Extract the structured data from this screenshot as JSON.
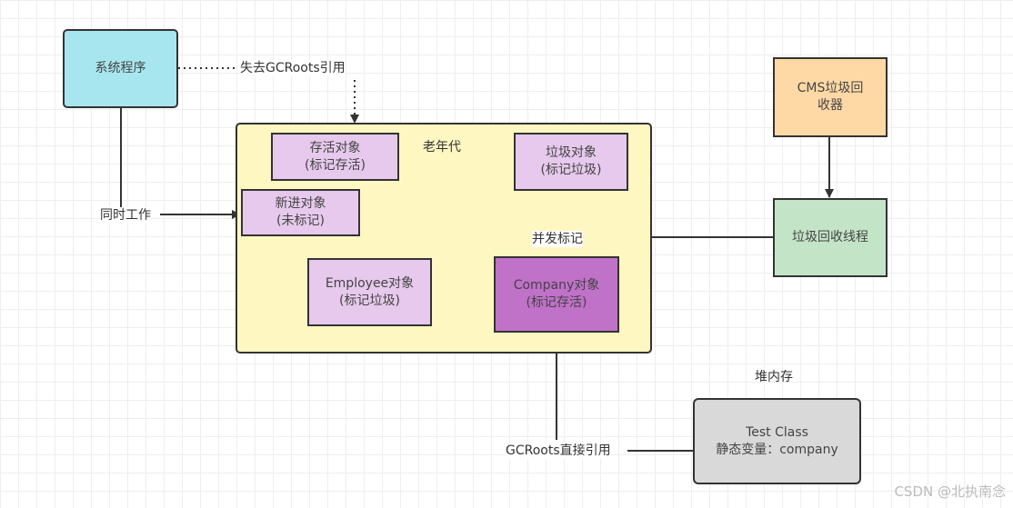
{
  "nodes": {
    "system_program": "系统程序",
    "old_gen": "老年代",
    "live_object": {
      "line1": "存活对象",
      "line2": "(标记存活)"
    },
    "garbage_object": {
      "line1": "垃圾对象",
      "line2": "(标记垃圾)"
    },
    "new_object": {
      "line1": "新进对象",
      "line2": "(未标记)"
    },
    "employee_object": {
      "line1": "Employee对象",
      "line2": "(标记垃圾)"
    },
    "company_object": {
      "line1": "Company对象",
      "line2": "(标记存活)"
    },
    "cms_collector": {
      "line1": "CMS垃圾回",
      "line2": "收器"
    },
    "gc_thread": "垃圾回收线程",
    "heap_label": "堆内存",
    "test_class": {
      "line1": "Test Class",
      "line2": "静态变量：company"
    }
  },
  "edges": {
    "lost_gcroots": "失去GCRoots引用",
    "concurrent_work": "同时工作",
    "concurrent_mark": "并发标记",
    "gcroots_direct": "GCRoots直接引用"
  },
  "watermark": "CSDN @北执南念",
  "colors": {
    "cyan": "#a8e6ef",
    "yellow": "#fff7c2",
    "light_purple": "#e6c9ec",
    "purple": "#c071c8",
    "orange": "#fed9a6",
    "green": "#c4e4c8",
    "gray": "#d9d9d9"
  }
}
